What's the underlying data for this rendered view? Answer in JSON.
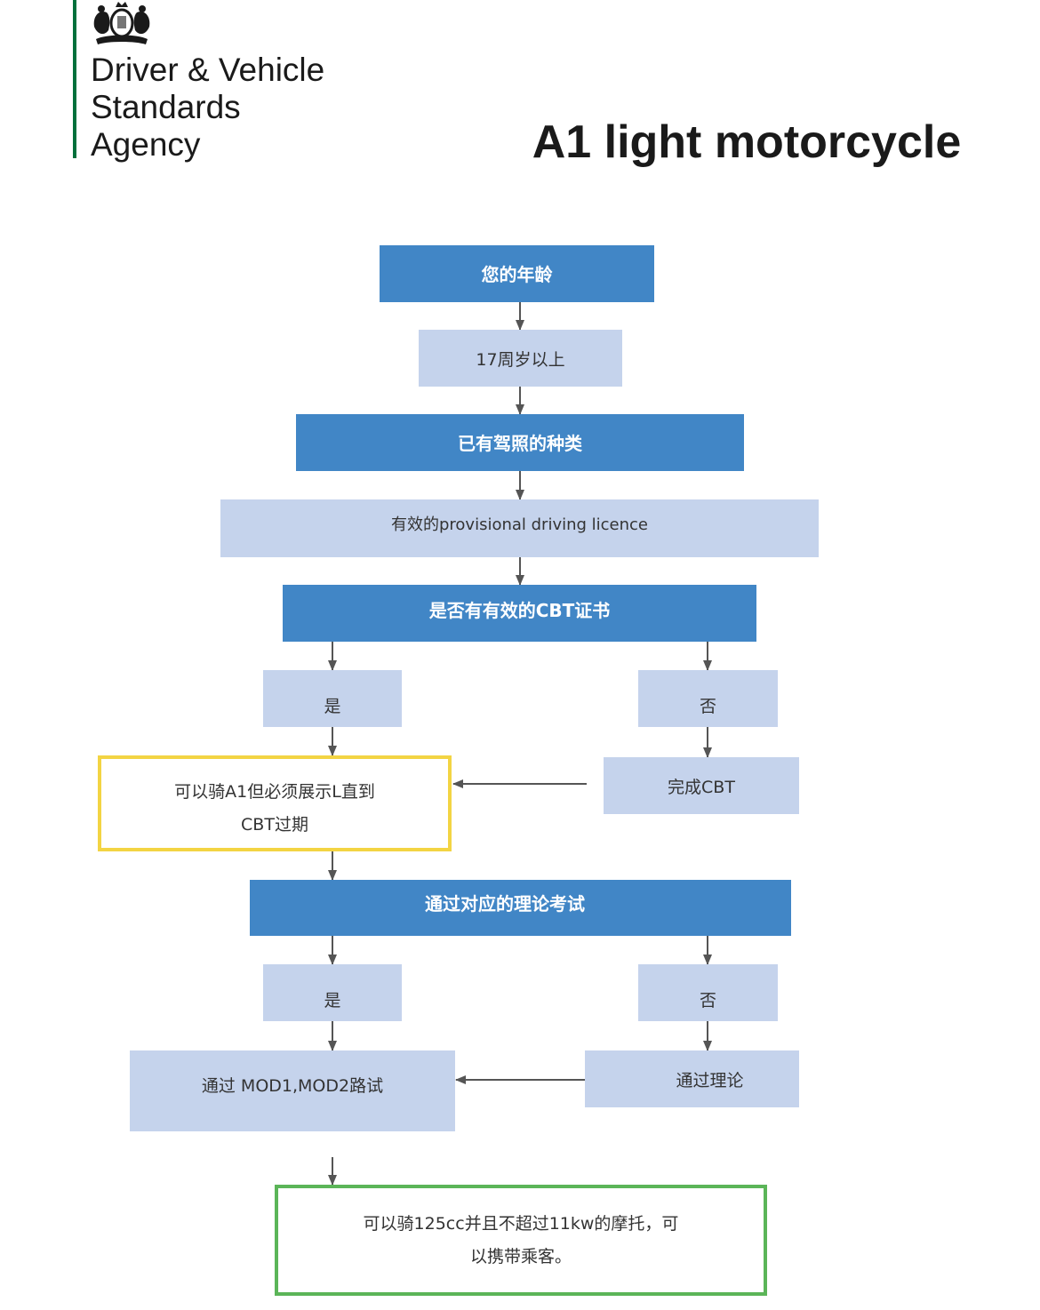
{
  "header": {
    "org_name_lines": [
      "Driver & Vehicle",
      "Standards",
      "Agency"
    ],
    "title": "A1 light motorcycle",
    "brand_bar_color": "#00703c",
    "logo_icon": "royal-crest-icon"
  },
  "colors": {
    "question_box": "#4186c6",
    "answer_box": "#c5d3ec",
    "conditional_outcome_border": "#f3d443",
    "final_outcome_border": "#5bb558",
    "connector": "#555555"
  },
  "flowchart": {
    "q_age": "您的年龄",
    "a_age": "17周岁以上",
    "q_licence": "已有驾照的种类",
    "a_licence": "有效的provisional driving licence",
    "q_cbt": "是否有有效的CBT证书",
    "cbt_yes": "是",
    "cbt_no": "否",
    "cbt_complete": "完成CBT",
    "cbt_outcome_line1": "可以骑A1但必须展示L直到",
    "cbt_outcome_line2": "CBT过期",
    "q_theory": "通过对应的理论考试",
    "theory_yes": "是",
    "theory_no": "否",
    "theory_pass": "通过理论",
    "mod_tests": "通过 MOD1,MOD2路试",
    "final_outcome_line1": "可以骑125cc并且不超过11kw的摩托，可",
    "final_outcome_line2": "以携带乘客。"
  }
}
